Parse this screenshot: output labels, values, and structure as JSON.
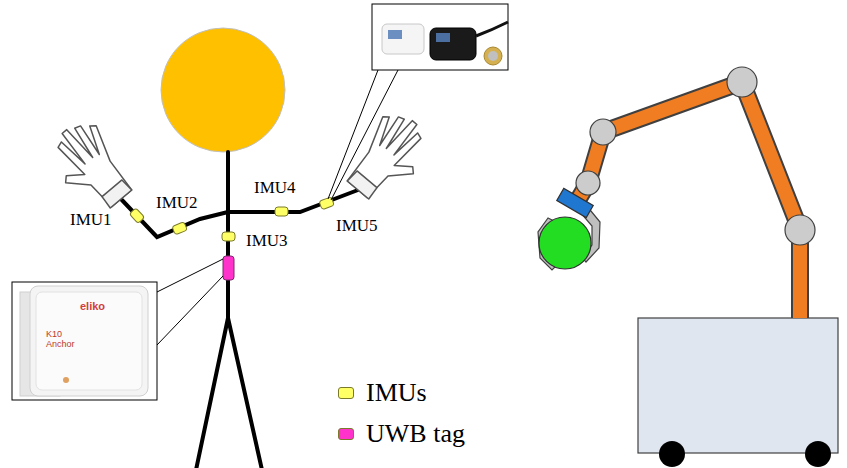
{
  "diagram": {
    "labels": [
      "IMU1",
      "IMU2",
      "IMU3",
      "IMU4",
      "IMU5",
      "eliko",
      "K10 Anchor"
    ],
    "legend": [
      {
        "text": "IMUs",
        "color": "#ffff66"
      },
      {
        "text": "UWB tag",
        "color": "#ff33cc"
      }
    ]
  }
}
